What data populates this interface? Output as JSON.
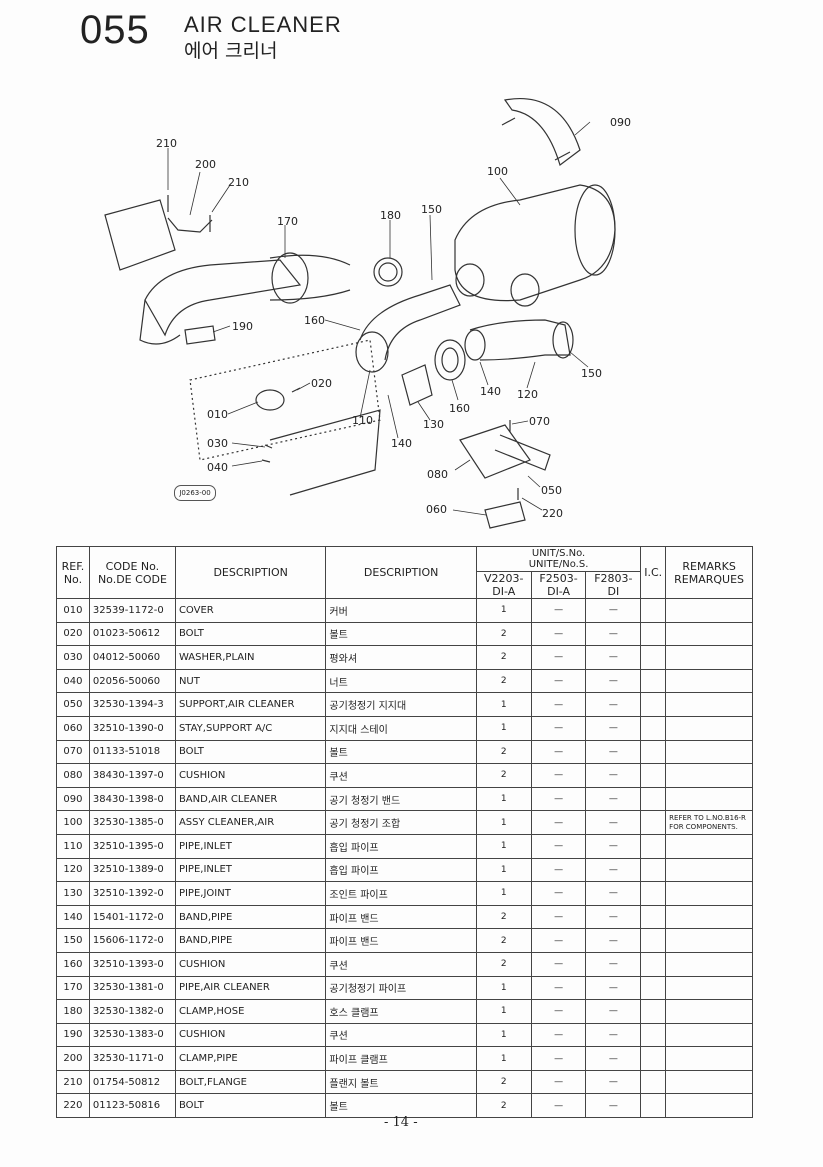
{
  "header": {
    "section_no": "055",
    "title_en": "AIR CLEANER",
    "title_ko": "에어 크리너"
  },
  "diagram": {
    "callouts": [
      "210",
      "200",
      "210",
      "170",
      "180",
      "150",
      "100",
      "090",
      "190",
      "160",
      "020",
      "010",
      "110",
      "140",
      "130",
      "160",
      "140",
      "120",
      "150",
      "070",
      "030",
      "040",
      "080",
      "050",
      "060",
      "220"
    ],
    "stamp": "J0263-00"
  },
  "table": {
    "headers": {
      "ref": "REF.\nNo.",
      "code": "CODE No.\nNo.DE CODE",
      "desc": "DESCRIPTION",
      "desc_ko": "DESCRIPTION",
      "unit": "UNIT/S.No.\nUNITE/No.S.",
      "unit_cols": [
        "V2203-DI-A",
        "F2503-DI-A",
        "F2803-DI"
      ],
      "ic": "I.C.",
      "remarks": "REMARKS\nREMARQUES"
    },
    "rows": [
      {
        "ref": "010",
        "code": "32539-1172-0",
        "desc": "COVER",
        "ko": "커버",
        "u1": "1",
        "u2": "—",
        "u3": "—",
        "rem": ""
      },
      {
        "ref": "020",
        "code": "01023-50612",
        "desc": "BOLT",
        "ko": "볼트",
        "u1": "2",
        "u2": "—",
        "u3": "—",
        "rem": ""
      },
      {
        "ref": "030",
        "code": "04012-50060",
        "desc": "WASHER,PLAIN",
        "ko": "평와셔",
        "u1": "2",
        "u2": "—",
        "u3": "—",
        "rem": ""
      },
      {
        "ref": "040",
        "code": "02056-50060",
        "desc": "NUT",
        "ko": "너트",
        "u1": "2",
        "u2": "—",
        "u3": "—",
        "rem": ""
      },
      {
        "ref": "050",
        "code": "32530-1394-3",
        "desc": "SUPPORT,AIR CLEANER",
        "ko": "공기청정기 지지대",
        "u1": "1",
        "u2": "—",
        "u3": "—",
        "rem": ""
      },
      {
        "ref": "060",
        "code": "32510-1390-0",
        "desc": "STAY,SUPPORT A/C",
        "ko": "지지대 스테이",
        "u1": "1",
        "u2": "—",
        "u3": "—",
        "rem": ""
      },
      {
        "ref": "070",
        "code": "01133-51018",
        "desc": "BOLT",
        "ko": "볼트",
        "u1": "2",
        "u2": "—",
        "u3": "—",
        "rem": ""
      },
      {
        "ref": "080",
        "code": "38430-1397-0",
        "desc": "CUSHION",
        "ko": "쿠션",
        "u1": "2",
        "u2": "—",
        "u3": "—",
        "rem": ""
      },
      {
        "ref": "090",
        "code": "38430-1398-0",
        "desc": "BAND,AIR CLEANER",
        "ko": "공기 청정기 밴드",
        "u1": "1",
        "u2": "—",
        "u3": "—",
        "rem": ""
      },
      {
        "ref": "100",
        "code": "32530-1385-0",
        "desc": "ASSY CLEANER,AIR",
        "ko": "공기 청정기 조합",
        "u1": "1",
        "u2": "—",
        "u3": "—",
        "rem": "REFER TO L.NO.B16-R FOR COMPONENTS."
      },
      {
        "ref": "110",
        "code": "32510-1395-0",
        "desc": "PIPE,INLET",
        "ko": "흡입 파이프",
        "u1": "1",
        "u2": "—",
        "u3": "—",
        "rem": ""
      },
      {
        "ref": "120",
        "code": "32510-1389-0",
        "desc": "PIPE,INLET",
        "ko": "흡입 파이프",
        "u1": "1",
        "u2": "—",
        "u3": "—",
        "rem": ""
      },
      {
        "ref": "130",
        "code": "32510-1392-0",
        "desc": "PIPE,JOINT",
        "ko": "조인트 파이프",
        "u1": "1",
        "u2": "—",
        "u3": "—",
        "rem": ""
      },
      {
        "ref": "140",
        "code": "15401-1172-0",
        "desc": "BAND,PIPE",
        "ko": "파이프 밴드",
        "u1": "2",
        "u2": "—",
        "u3": "—",
        "rem": ""
      },
      {
        "ref": "150",
        "code": "15606-1172-0",
        "desc": "BAND,PIPE",
        "ko": "파이프 밴드",
        "u1": "2",
        "u2": "—",
        "u3": "—",
        "rem": ""
      },
      {
        "ref": "160",
        "code": "32510-1393-0",
        "desc": "CUSHION",
        "ko": "쿠션",
        "u1": "2",
        "u2": "—",
        "u3": "—",
        "rem": ""
      },
      {
        "ref": "170",
        "code": "32530-1381-0",
        "desc": "PIPE,AIR CLEANER",
        "ko": "공기청정기 파이프",
        "u1": "1",
        "u2": "—",
        "u3": "—",
        "rem": ""
      },
      {
        "ref": "180",
        "code": "32530-1382-0",
        "desc": "CLAMP,HOSE",
        "ko": "호스 클램프",
        "u1": "1",
        "u2": "—",
        "u3": "—",
        "rem": ""
      },
      {
        "ref": "190",
        "code": "32530-1383-0",
        "desc": "CUSHION",
        "ko": "쿠션",
        "u1": "1",
        "u2": "—",
        "u3": "—",
        "rem": ""
      },
      {
        "ref": "200",
        "code": "32530-1171-0",
        "desc": "CLAMP,PIPE",
        "ko": "파이프 클램프",
        "u1": "1",
        "u2": "—",
        "u3": "—",
        "rem": ""
      },
      {
        "ref": "210",
        "code": "01754-50812",
        "desc": "BOLT,FLANGE",
        "ko": "플랜지 볼트",
        "u1": "2",
        "u2": "—",
        "u3": "—",
        "rem": ""
      },
      {
        "ref": "220",
        "code": "01123-50816",
        "desc": "BOLT",
        "ko": "볼트",
        "u1": "2",
        "u2": "—",
        "u3": "—",
        "rem": ""
      }
    ]
  },
  "footer": {
    "page": "- 14 -"
  }
}
